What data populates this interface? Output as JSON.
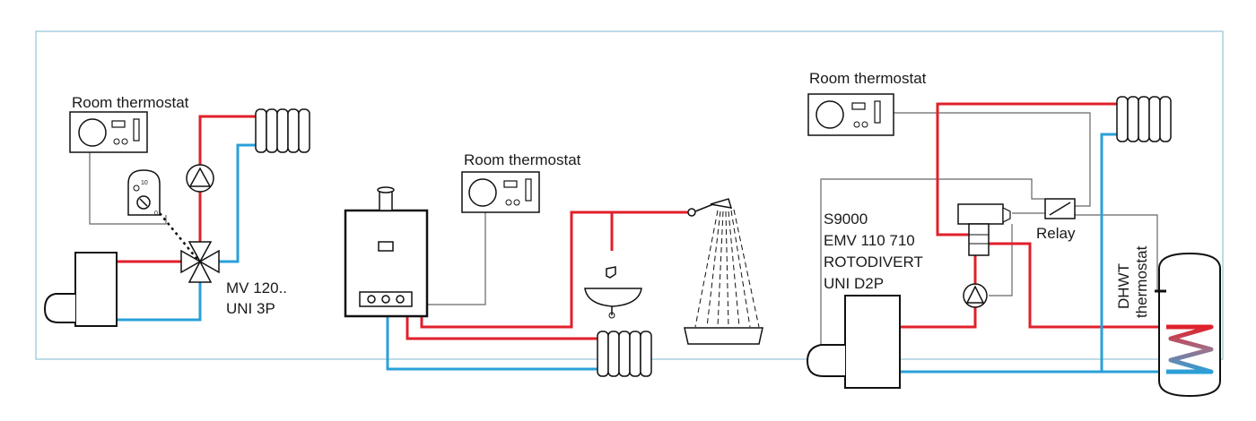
{
  "labels": {
    "room_thermostat_1": "Room thermostat",
    "room_thermostat_2": "Room thermostat",
    "room_thermostat_3": "Room thermostat",
    "valve_line1": "MV 120..",
    "valve_line2": "UNI 3P",
    "s9000_line1": "S9000",
    "s9000_line2": "EMV 110 710",
    "s9000_line3": "ROTODIVERT",
    "s9000_line4": "UNI D2P",
    "relay": "Relay",
    "dhwt_line1": "DHWT",
    "dhwt_line2": "thermostat",
    "dial_max": "10",
    "dial_min": "0"
  },
  "colors": {
    "flow": "#e0202a",
    "return": "#2aa0d8",
    "wire": "#666666",
    "frame": "#a8cfe0",
    "outline": "#111111"
  }
}
